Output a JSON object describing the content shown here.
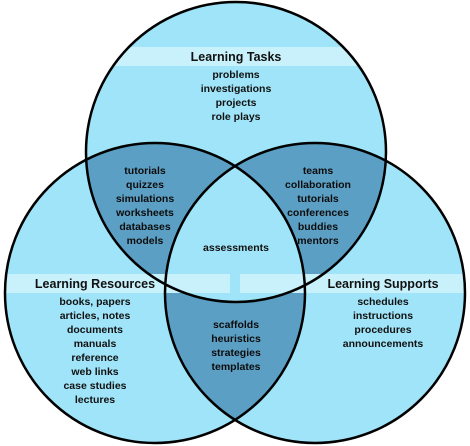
{
  "colors": {
    "circle": "#9fe4f8",
    "overlap": "#5b9fc4",
    "title_band": "#c9f1fc",
    "outline": "#000000",
    "text": "#111111"
  },
  "tasks": {
    "title": "Learning Tasks",
    "items": [
      "problems",
      "investigations",
      "projects",
      "role plays"
    ]
  },
  "resources": {
    "title": "Learning Resources",
    "items": [
      "books, papers",
      "articles, notes",
      "documents",
      "manuals",
      "reference",
      "web links",
      "case studies",
      "lectures"
    ]
  },
  "supports": {
    "title": "Learning Supports",
    "items": [
      "schedules",
      "instructions",
      "procedures",
      "announcements"
    ]
  },
  "tasks_resources": {
    "items": [
      "tutorials",
      "quizzes",
      "simulations",
      "worksheets",
      "databases",
      "models"
    ]
  },
  "tasks_supports": {
    "items": [
      "teams",
      "collaboration",
      "tutorials",
      "conferences",
      "buddies",
      "mentors"
    ]
  },
  "resources_supports": {
    "items": [
      "scaffolds",
      "heuristics",
      "strategies",
      "templates"
    ]
  },
  "center": {
    "label": "assessments"
  }
}
